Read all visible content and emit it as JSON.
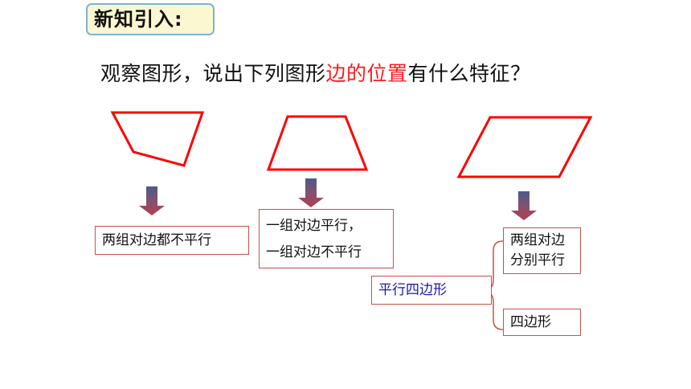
{
  "header": {
    "tag_label": "新知引入:"
  },
  "question": {
    "part1": "观察图形，说出下列图形",
    "highlight": "边的位置",
    "part2": "有什么特征？"
  },
  "shapes": [
    {
      "name": "irregular-quadrilateral",
      "color": "#ff0000"
    },
    {
      "name": "trapezoid",
      "color": "#ff0000"
    },
    {
      "name": "parallelogram",
      "color": "#ff0000"
    }
  ],
  "boxes": {
    "no_parallel": "两组对边都不平行",
    "trapezoid_line1": "一组对边平行，",
    "trapezoid_line2": "一组对边不平行",
    "parallelogram_label": "平行四边形",
    "both_parallel_line1": "两组对边",
    "both_parallel_line2": "分别平行",
    "quadrilateral": "四边形"
  },
  "colors": {
    "highlight": "#ff1a1a",
    "box_border": "#c9504b",
    "arrow": "#8a4f6c",
    "parallelogram_text": "#1a1aa8",
    "tag_background": "#fbf7d0",
    "tag_border": "#7db3d6"
  }
}
